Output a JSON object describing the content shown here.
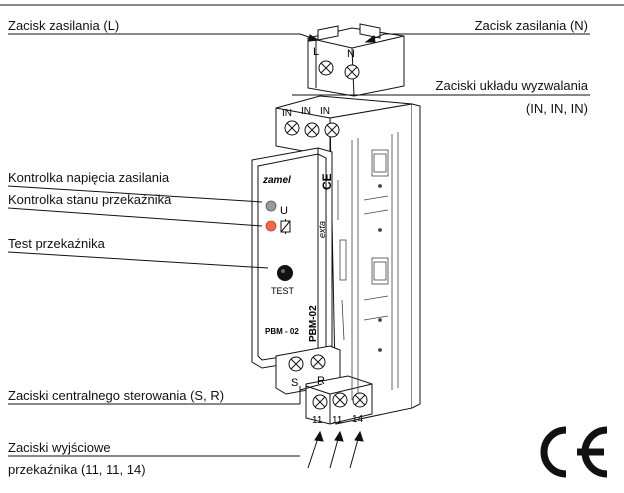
{
  "labels": {
    "power_l": "Zacisk zasilania (L)",
    "power_n": "Zacisk zasilania (N)",
    "trigger_title": "Zaciski układu wyzwalania",
    "trigger_sub": "(IN, IN, IN)",
    "voltage_led": "Kontrolka napięcia zasilania",
    "relay_led": "Kontrolka stanu przekaźnika",
    "relay_test": "Test przekaźnika",
    "central": "Zaciski centralnego sterowania (S, R)",
    "outputs_1": "Zaciski wyjściowe",
    "outputs_2": "przekaźnika (11, 11, 14)"
  },
  "device": {
    "brand": "zamel",
    "model_front": "PBM - 02",
    "model_side": "PBM-02",
    "exta": "exta",
    "led_u": "U",
    "test": "TEST",
    "term_l": "L",
    "term_n": "N",
    "term_in": [
      "IN",
      "IN",
      "IN"
    ],
    "term_s": "S",
    "term_r": "R",
    "term_out": [
      "11",
      "11",
      "14"
    ]
  },
  "marks": {
    "ce": "CE"
  },
  "colors": {
    "voltage_led": "#9a9a9a",
    "relay_led": "#f06a4a",
    "line": "#111111"
  }
}
